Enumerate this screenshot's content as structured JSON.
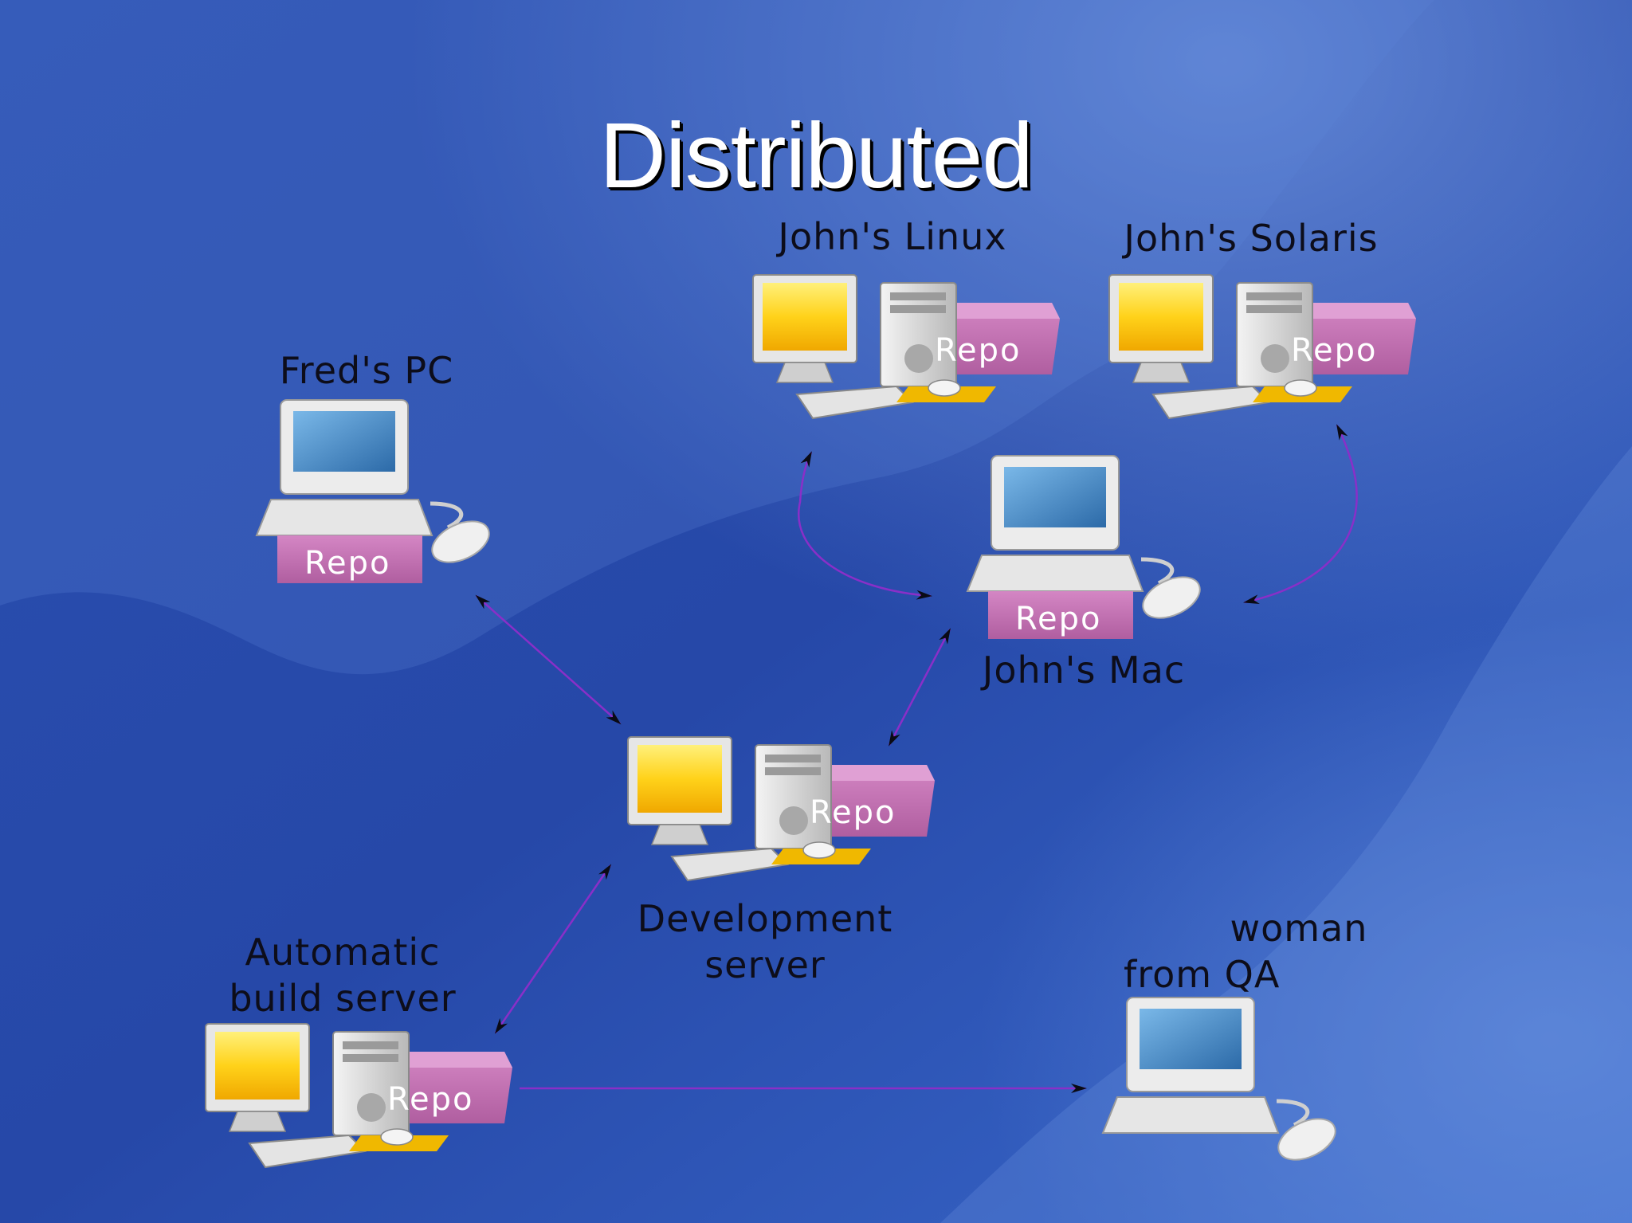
{
  "title": "Distributed",
  "nodes": {
    "johns_linux": {
      "label": "John's Linux",
      "repo": "Repo"
    },
    "johns_solaris": {
      "label": "John's Solaris",
      "repo": "Repo"
    },
    "freds_pc": {
      "label": "Fred's PC",
      "repo": "Repo"
    },
    "johns_mac": {
      "label": "John's Mac",
      "repo": "Repo"
    },
    "dev_server": {
      "label_line1": "Development",
      "label_line2": "server",
      "repo": "Repo"
    },
    "build_server": {
      "label_line1": "Automatic",
      "label_line2": "build server",
      "repo": "Repo"
    },
    "qa": {
      "label_line1": "woman",
      "label_line2": "from QA"
    }
  },
  "connections": [
    {
      "from": "freds_pc",
      "to": "dev_server"
    },
    {
      "from": "johns_mac",
      "to": "dev_server"
    },
    {
      "from": "johns_mac",
      "to": "johns_linux"
    },
    {
      "from": "johns_mac",
      "to": "johns_solaris"
    },
    {
      "from": "build_server",
      "to": "dev_server"
    },
    {
      "from": "build_server",
      "to": "qa"
    }
  ],
  "colors": {
    "background": "#2d56b8",
    "connector": "#8a2fc8",
    "repo_box": "#c678b8",
    "monitor_yellow": "#ffd21a",
    "monitor_blue": "#4a8cc8"
  }
}
